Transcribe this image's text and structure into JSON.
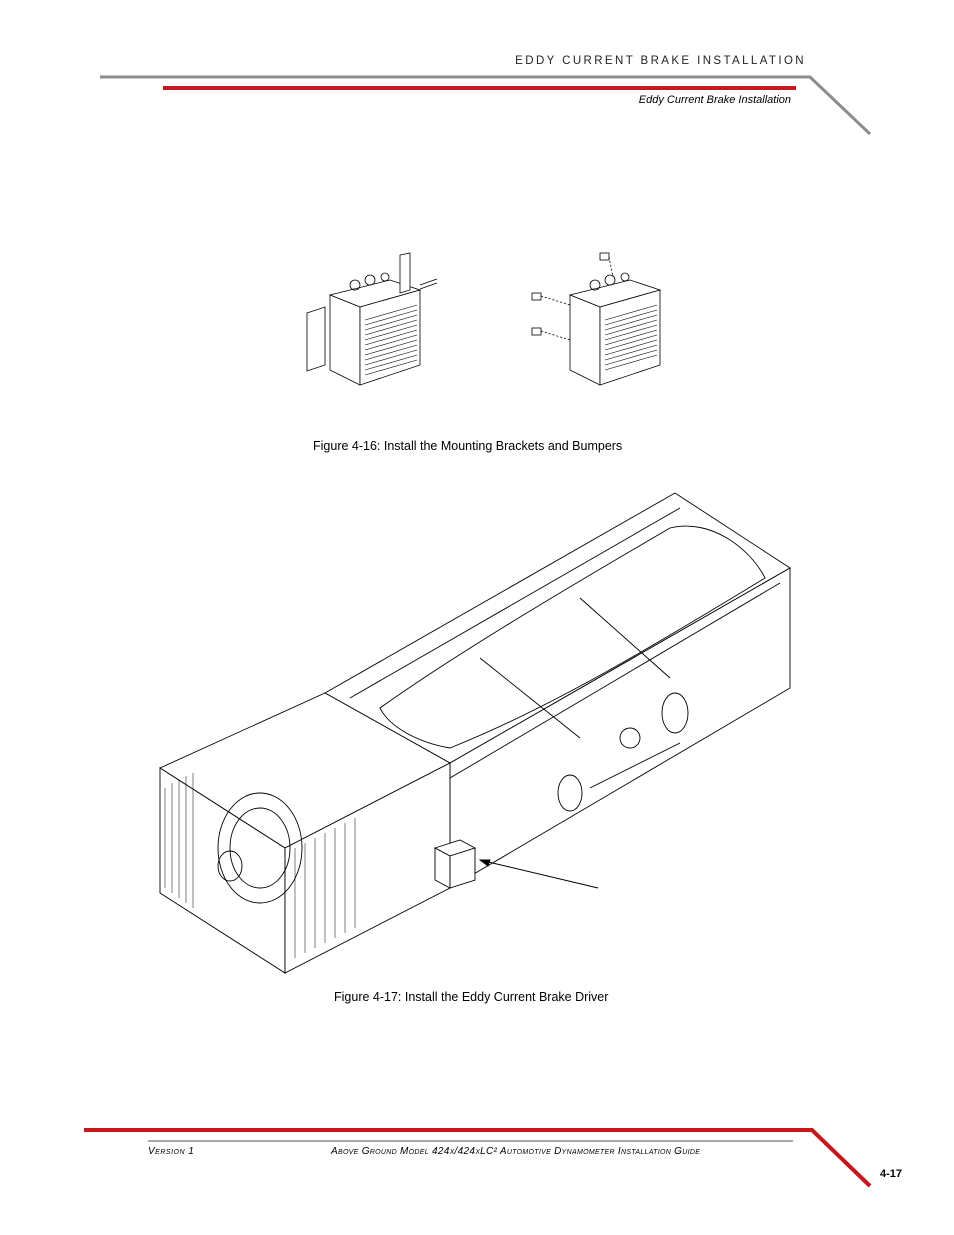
{
  "header": {
    "section_title": "EDDY CURRENT BRAKE INSTALLATION",
    "subsection_title": "Eddy Current Brake Installation"
  },
  "figures": [
    {
      "caption": "Figure 4-16: Install the Mounting Brackets and Bumpers"
    },
    {
      "caption": "Figure 4-17: Install the Eddy Current Brake Driver"
    }
  ],
  "footer": {
    "version": "Version 1",
    "guide_title": "Above Ground Model 424x/424xLC² Automotive Dynamometer Installation Guide",
    "page_number": "4-17"
  },
  "colors": {
    "accent_red": "#c8161d",
    "rule_gray": "#8c8c8c"
  }
}
